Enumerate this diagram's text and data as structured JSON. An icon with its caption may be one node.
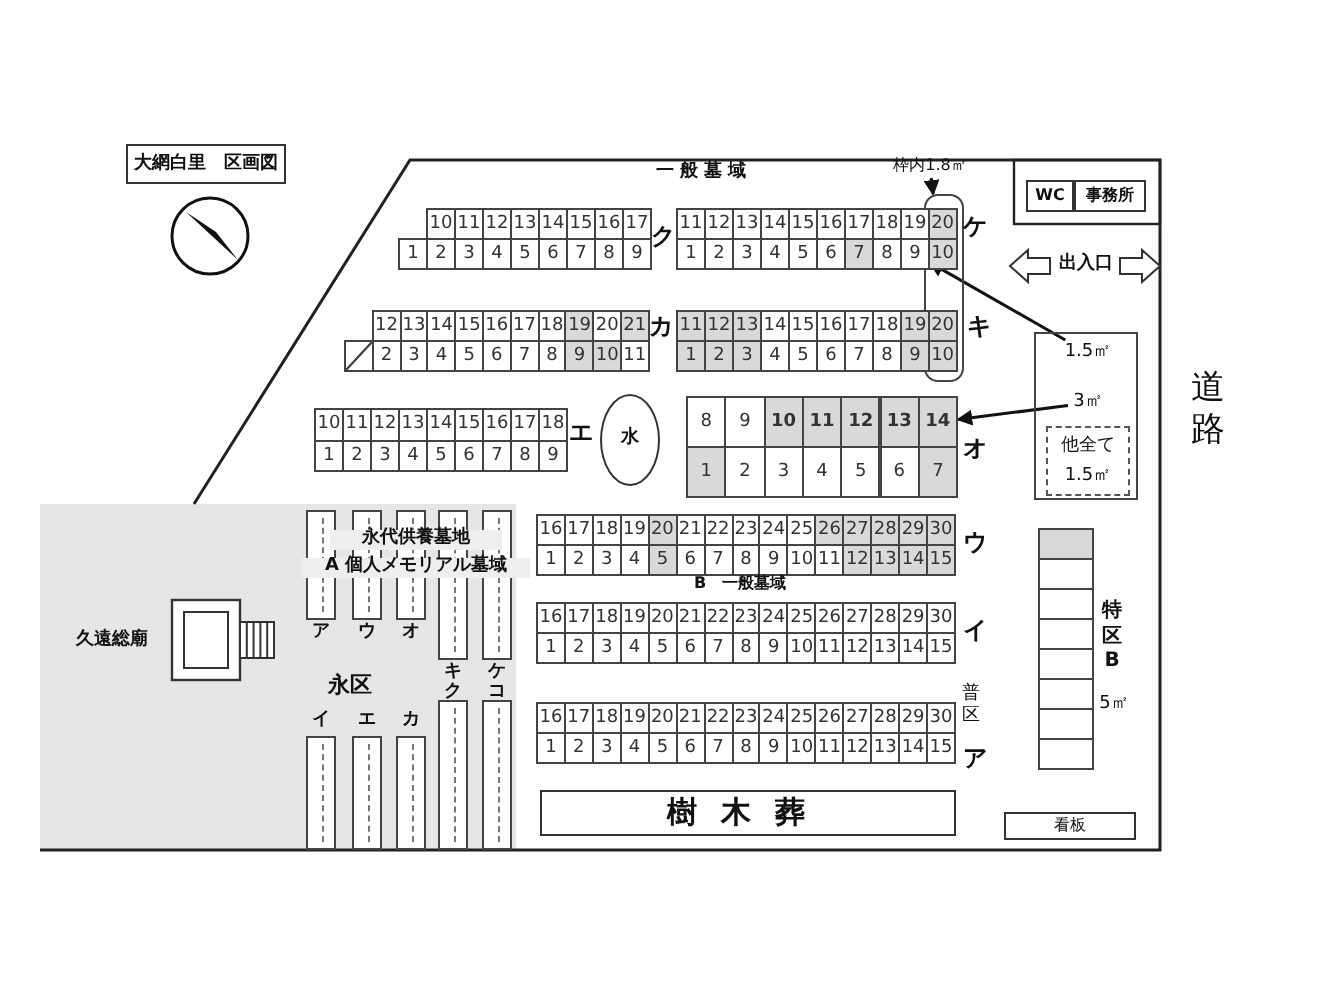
{
  "diagram": {
    "title": "大網白里　区画図",
    "nodes": [
      {
        "text": [
          "枠内1.8㎡"
        ]
      },
      {
        "text": [],
        "shape": "box"
      },
      {
        "text": [
          "WC"
        ]
      },
      {
        "text": [
          "事務所"
        ]
      },
      {
        "text": [
          "10"
        ]
      },
      {
        "text": [
          "11"
        ]
      },
      {
        "text": [
          "12"
        ]
      },
      {
        "text": [
          "13"
        ]
      },
      {
        "text": [
          "14"
        ]
      },
      {
        "text": [
          "15"
        ]
      },
      {
        "text": [
          "16"
        ]
      },
      {
        "text": [
          "17"
        ]
      },
      {
        "text": [
          "1"
        ]
      },
      {
        "text": [
          "2"
        ]
      },
      {
        "text": [
          "3"
        ]
      },
      {
        "text": [
          "4"
        ]
      },
      {
        "text": [
          "5"
        ]
      },
      {
        "text": [
          "6"
        ]
      },
      {
        "text": [
          "7"
        ]
      },
      {
        "text": [
          "8"
        ]
      },
      {
        "text": [
          "9"
        ]
      },
      {
        "text": [
          "11"
        ]
      },
      {
        "text": [
          "12"
        ]
      },
      {
        "text": [
          "13"
        ]
      },
      {
        "text": [
          "14"
        ]
      },
      {
        "text": [
          "15"
        ]
      },
      {
        "text": [
          "16"
        ]
      },
      {
        "text": [
          "17"
        ]
      },
      {
        "text": [
          "18"
        ]
      },
      {
        "text": [
          "19"
        ]
      },
      {
        "text": [
          "20"
        ],
        "in": 1
      },
      {
        "text": [
          "1"
        ]
      },
      {
        "text": [
          "2"
        ]
      },
      {
        "text": [
          "3"
        ]
      },
      {
        "text": [
          "4"
        ]
      },
      {
        "text": [
          "5"
        ]
      },
      {
        "text": [
          "6"
        ]
      },
      {
        "text": [
          "7"
        ]
      },
      {
        "text": [
          "8"
        ]
      },
      {
        "text": [
          "9"
        ]
      },
      {
        "text": [
          "10"
        ],
        "in": 1
      },
      {
        "text": [
          "12"
        ]
      },
      {
        "text": [
          "13"
        ]
      },
      {
        "text": [
          "14"
        ]
      },
      {
        "text": [
          "15"
        ]
      },
      {
        "text": [
          "16"
        ]
      },
      {
        "text": [
          "17"
        ]
      },
      {
        "text": [
          "18"
        ]
      },
      {
        "text": [
          "19"
        ]
      },
      {
        "text": [
          "20"
        ]
      },
      {
        "text": [
          "21"
        ]
      },
      {
        "text": [],
        "shape": "box"
      },
      {
        "text": [
          "2"
        ]
      },
      {
        "text": [
          "3"
        ]
      },
      {
        "text": [
          "4"
        ]
      },
      {
        "text": [
          "5"
        ]
      },
      {
        "text": [
          "6"
        ]
      },
      {
        "text": [
          "7"
        ]
      },
      {
        "text": [
          "8"
        ]
      },
      {
        "text": [
          "9"
        ]
      },
      {
        "text": [
          "10"
        ]
      },
      {
        "text": [
          "11"
        ]
      },
      {
        "text": [
          "11"
        ]
      },
      {
        "text": [
          "12"
        ]
      },
      {
        "text": [
          "13"
        ]
      },
      {
        "text": [
          "14"
        ]
      },
      {
        "text": [
          "15"
        ]
      },
      {
        "text": [
          "16"
        ]
      },
      {
        "text": [
          "17"
        ]
      },
      {
        "text": [
          "18"
        ]
      },
      {
        "text": [
          "19"
        ]
      },
      {
        "text": [
          "20"
        ],
        "in": 1
      },
      {
        "text": [
          "1"
        ]
      },
      {
        "text": [
          "2"
        ]
      },
      {
        "text": [
          "3"
        ]
      },
      {
        "text": [
          "4"
        ]
      },
      {
        "text": [
          "5"
        ]
      },
      {
        "text": [
          "6"
        ]
      },
      {
        "text": [
          "7"
        ]
      },
      {
        "text": [
          "8"
        ]
      },
      {
        "text": [
          "9"
        ]
      },
      {
        "text": [
          "10"
        ],
        "in": 1
      },
      {
        "text": [],
        "shape": "box"
      },
      {
        "text": [
          "1.5㎡"
        ],
        "in": 82
      },
      {
        "text": [
          "3㎡"
        ],
        "in": 82
      },
      {
        "text": [
          "他全て 1.5㎡"
        ],
        "in": 82
      },
      {
        "text": [
          "10"
        ]
      },
      {
        "text": [
          "11"
        ]
      },
      {
        "text": [
          "12"
        ]
      },
      {
        "text": [
          "13"
        ]
      },
      {
        "text": [
          "14"
        ]
      },
      {
        "text": [
          "15"
        ]
      },
      {
        "text": [
          "16"
        ]
      },
      {
        "text": [
          "17"
        ]
      },
      {
        "text": [
          "18"
        ]
      },
      {
        "text": [
          "1"
        ]
      },
      {
        "text": [
          "2"
        ]
      },
      {
        "text": [
          "3"
        ]
      },
      {
        "text": [
          "4"
        ]
      },
      {
        "text": [
          "5"
        ]
      },
      {
        "text": [
          "6"
        ]
      },
      {
        "text": [
          "7"
        ]
      },
      {
        "text": [
          "8"
        ]
      },
      {
        "text": [
          "9"
        ]
      },
      {
        "text": [
          "水"
        ]
      },
      {
        "text": [
          "8"
        ]
      },
      {
        "text": [
          "9"
        ]
      },
      {
        "text": [
          "10"
        ]
      },
      {
        "text": [
          "11"
        ]
      },
      {
        "text": [
          "12"
        ]
      },
      {
        "text": [
          "13"
        ]
      },
      {
        "text": [
          "14"
        ]
      },
      {
        "text": [
          "1"
        ]
      },
      {
        "text": [
          "2"
        ]
      },
      {
        "text": [
          "3"
        ]
      },
      {
        "text": [
          "4"
        ]
      },
      {
        "text": [
          "5"
        ]
      },
      {
        "text": [
          "6"
        ]
      },
      {
        "text": [
          "7"
        ]
      },
      {
        "text": [
          "16"
        ]
      },
      {
        "text": [
          "17"
        ]
      },
      {
        "text": [
          "18"
        ]
      },
      {
        "text": [
          "19"
        ]
      },
      {
        "text": [
          "20"
        ]
      },
      {
        "text": [
          "21"
        ]
      },
      {
        "text": [
          "22"
        ]
      },
      {
        "text": [
          "23"
        ]
      },
      {
        "text": [
          "24"
        ]
      },
      {
        "text": [
          "25"
        ]
      },
      {
        "text": [
          "26"
        ]
      },
      {
        "text": [
          "27"
        ]
      },
      {
        "text": [
          "28"
        ]
      },
      {
        "text": [
          "29"
        ]
      },
      {
        "text": [
          "30"
        ]
      },
      {
        "text": [
          "1"
        ]
      },
      {
        "text": [
          "2"
        ]
      },
      {
        "text": [
          "3"
        ]
      },
      {
        "text": [
          "4"
        ]
      },
      {
        "text": [
          "5"
        ]
      },
      {
        "text": [
          "6"
        ]
      },
      {
        "text": [
          "7"
        ]
      },
      {
        "text": [
          "8"
        ]
      },
      {
        "text": [
          "9"
        ]
      },
      {
        "text": [
          "10"
        ]
      },
      {
        "text": [
          "11"
        ]
      },
      {
        "text": [
          "12"
        ]
      },
      {
        "text": [
          "13"
        ]
      },
      {
        "text": [
          "14"
        ]
      },
      {
        "text": [
          "15"
        ]
      },
      {
        "text": [
          "16"
        ]
      },
      {
        "text": [
          "17"
        ]
      },
      {
        "text": [
          "18"
        ]
      },
      {
        "text": [
          "19"
        ]
      },
      {
        "text": [
          "20"
        ]
      },
      {
        "text": [
          "21"
        ]
      },
      {
        "text": [
          "22"
        ]
      },
      {
        "text": [
          "23"
        ]
      },
      {
        "text": [
          "24"
        ]
      },
      {
        "text": [
          "25"
        ]
      },
      {
        "text": [
          "26"
        ]
      },
      {
        "text": [
          "27"
        ]
      },
      {
        "text": [
          "28"
        ]
      },
      {
        "text": [
          "29"
        ]
      },
      {
        "text": [
          "30"
        ]
      },
      {
        "text": [
          "1"
        ]
      },
      {
        "text": [
          "2"
        ]
      },
      {
        "text": [
          "3"
        ]
      },
      {
        "text": [
          "4"
        ]
      },
      {
        "text": [
          "5"
        ]
      },
      {
        "text": [
          "6"
        ]
      },
      {
        "text": [
          "7"
        ]
      },
      {
        "text": [
          "8"
        ]
      },
      {
        "text": [
          "9"
        ]
      },
      {
        "text": [
          "10"
        ]
      },
      {
        "text": [
          "11"
        ]
      },
      {
        "text": [
          "12"
        ]
      },
      {
        "text": [
          "13"
        ]
      },
      {
        "text": [
          "14"
        ]
      },
      {
        "text": [
          "15"
        ]
      },
      {
        "text": [
          "16"
        ]
      },
      {
        "text": [
          "17"
        ]
      },
      {
        "text": [
          "18"
        ]
      },
      {
        "text": [
          "19"
        ]
      },
      {
        "text": [
          "20"
        ]
      },
      {
        "text": [
          "21"
        ]
      },
      {
        "text": [
          "22"
        ]
      },
      {
        "text": [
          "23"
        ]
      },
      {
        "text": [
          "24"
        ]
      },
      {
        "text": [
          "25"
        ]
      },
      {
        "text": [
          "26"
        ]
      },
      {
        "text": [
          "27"
        ]
      },
      {
        "text": [
          "28"
        ]
      },
      {
        "text": [
          "29"
        ]
      },
      {
        "text": [
          "30"
        ]
      },
      {
        "text": [
          "1"
        ]
      },
      {
        "text": [
          "2"
        ]
      },
      {
        "text": [
          "3"
        ]
      },
      {
        "text": [
          "4"
        ]
      },
      {
        "text": [
          "5"
        ]
      },
      {
        "text": [
          "6"
        ]
      },
      {
        "text": [
          "7"
        ]
      },
      {
        "text": [
          "8"
        ]
      },
      {
        "text": [
          "9"
        ]
      },
      {
        "text": [
          "10"
        ]
      },
      {
        "text": [
          "11"
        ]
      },
      {
        "text": [
          "12"
        ]
      },
      {
        "text": [
          "13"
        ]
      },
      {
        "text": [
          "14"
        ]
      },
      {
        "text": [
          "15"
        ]
      },
      {
        "text": [
          "樹木葬"
        ]
      },
      {
        "text": [],
        "shape": "box"
      },
      {
        "text": [],
        "shape": "box"
      },
      {
        "text": [],
        "shape": "box"
      },
      {
        "text": [],
        "shape": "box"
      },
      {
        "text": [],
        "shape": "box"
      },
      {
        "text": [],
        "shape": "box"
      },
      {
        "text": [],
        "shape": "box"
      },
      {
        "text": [],
        "shape": "box"
      },
      {
        "text": [
          "看板"
        ]
      },
      {
        "text": [],
        "shape": "bar"
      },
      {
        "text": [],
        "shape": "bar"
      },
      {
        "text": [],
        "shape": "bar"
      },
      {
        "text": [],
        "shape": "bar"
      },
      {
        "text": [],
        "shape": "bar"
      },
      {
        "text": [],
        "shape": "bar"
      },
      {
        "text": [],
        "shape": "bar"
      },
      {
        "text": [],
        "shape": "bar"
      },
      {
        "text": [],
        "shape": "bar"
      },
      {
        "text": [],
        "shape": "bar"
      }
    ],
    "edges": [
      {
        "from": 0,
        "to": 1,
        "arrow": "to"
      },
      {
        "from": 83,
        "to": 39,
        "arrow": "to"
      },
      {
        "from": 84,
        "to": 111,
        "arrow": "to"
      }
    ],
    "labels": [
      "一般墓域",
      "ク",
      "ケ",
      "出入口",
      "カ",
      "キ",
      "エ",
      "オ",
      "道路",
      "ウ",
      "B　一般墓域",
      "イ",
      "普区",
      "ア",
      "特区B",
      "5㎡",
      "永代供養墓地",
      "A 個人メモリアル墓域",
      "久遠総廟",
      "ア",
      "ウ",
      "オ",
      "キ",
      "ケ",
      "永区",
      "ク",
      "コ",
      "イ",
      "エ",
      "カ"
    ]
  }
}
